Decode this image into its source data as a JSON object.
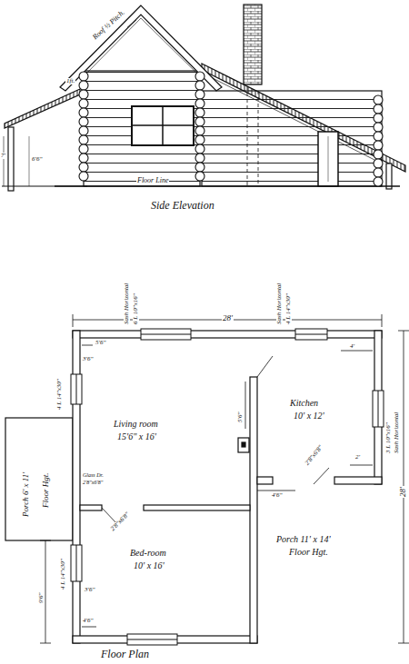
{
  "diagram": {
    "nodes": [
      {
        "text": [
          "Living room",
          "15'6\" x 16'"
        ]
      },
      {
        "text": [
          "Kitchen",
          "10' x 12'"
        ]
      },
      {
        "text": [
          "Porch 6' x 11'",
          "Floor Hgt."
        ]
      },
      {
        "text": [
          "Bed-room",
          "10' x 16'"
        ]
      },
      {
        "text": [
          "Porch 11' x 14'",
          "Floor Hgt."
        ]
      }
    ],
    "labels": [
      "Roof ½ Pitch.",
      "1ft.",
      "7'",
      "6'6\"",
      "Floor Line",
      "Side Elevation",
      "28'",
      "6 L 10\"x16\"",
      "Sash Horizontal",
      "5'6\"",
      "3'6\"",
      "4 L 14\"x30\"",
      "Sash Horizontal",
      "4'",
      "3 L 10\"x16\"",
      "Sash Horizontal",
      "4 L 14\"x30\"",
      "5'6\"",
      "4'6\"",
      "2'8\"x6'8\"",
      "2'",
      "Glass Dr.",
      "2'8\"x6'8\"",
      "2'8\"x6'8\"",
      "4 L 14\"x30\"",
      "3'6\"",
      "4'6\"",
      "9'6\"",
      "28'",
      "Floor Plan"
    ]
  }
}
